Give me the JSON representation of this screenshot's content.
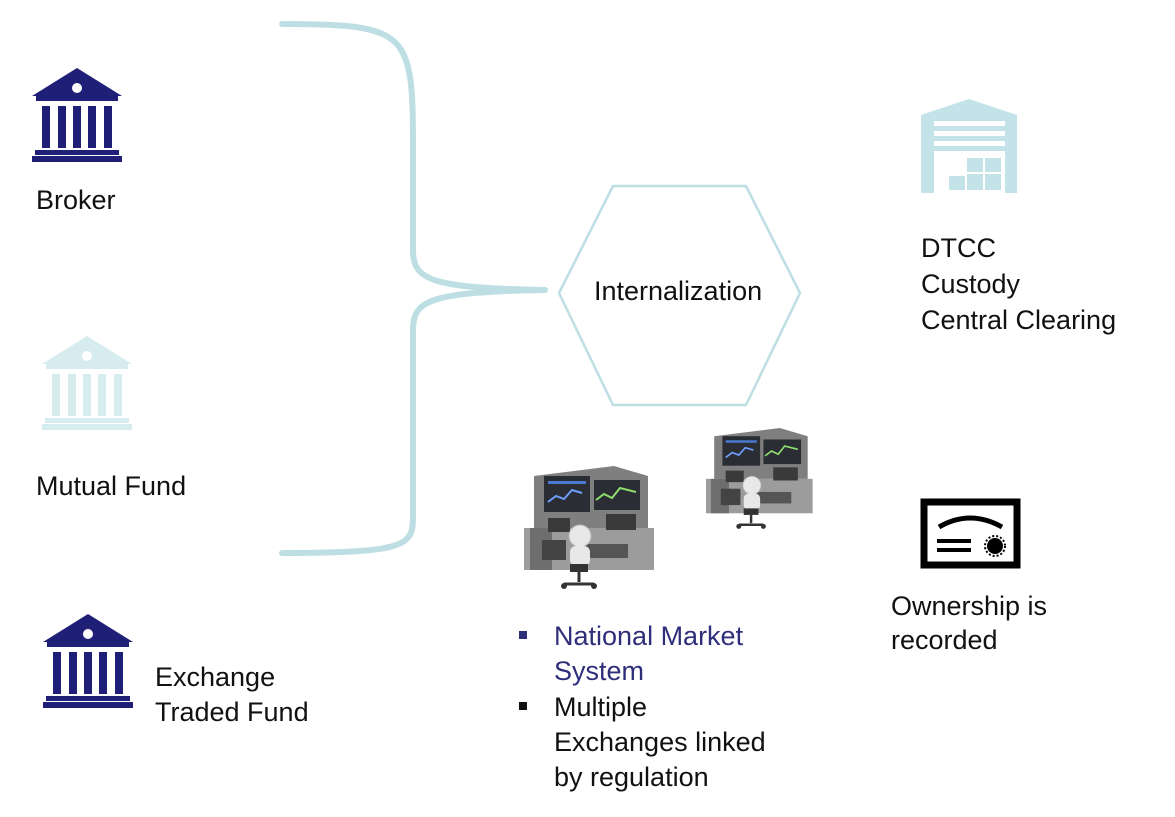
{
  "entities": {
    "broker": "Broker",
    "mutual_fund": "Mutual Fund",
    "etf_line1": "Exchange",
    "etf_line2": "Traded Fund"
  },
  "center": {
    "label": "Internalization"
  },
  "custody": {
    "line1": "DTCC",
    "line2": "Custody",
    "line3": "Central Clearing"
  },
  "ownership": {
    "line1": "Ownership is",
    "line2": "recorded"
  },
  "bullets": [
    {
      "line1": "National Market",
      "line2": "System",
      "line3": "",
      "color": "#2e2e7a"
    },
    {
      "line1": "Multiple",
      "line2": "Exchanges linked",
      "line3": "by regulation",
      "color": "#111111"
    }
  ],
  "colors": {
    "bank_dark": "#1f1f78",
    "bank_light": "#d6ecee",
    "brace": "#bddfe4",
    "hexagon": "#bddfe4",
    "warehouse": "#c3e3e8",
    "certificate": "#000000",
    "bullet_primary": "#2e2e7a"
  },
  "icons": [
    "bank-icon",
    "warehouse-icon",
    "certificate-icon",
    "trading-desk-icon"
  ]
}
